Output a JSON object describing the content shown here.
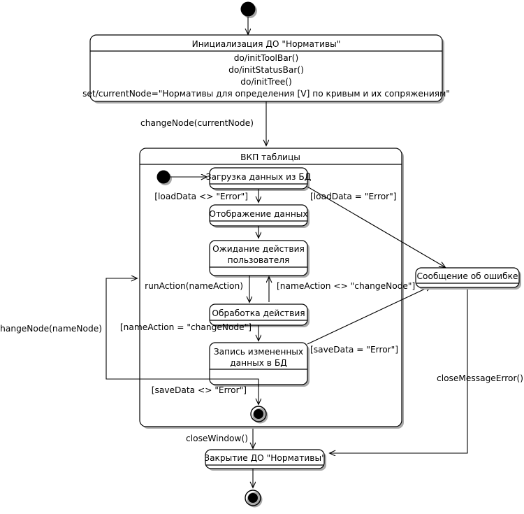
{
  "diagram": {
    "type": "uml-state-machine",
    "title": "",
    "language": "ru"
  },
  "states": {
    "init": {
      "name": "Инициализация ДО \"Нормативы\"",
      "actions": [
        "do/initToolBar()",
        "do/initStatusBar()",
        "do/initTree()",
        "set/currentNode=\"Нормативы для определения [V] по кривым и их сопряжениям\""
      ]
    },
    "composite": {
      "name": "ВКП таблицы"
    },
    "load_data": {
      "name": "Загрузка данных из БД"
    },
    "show_data": {
      "name": "Отображение данных"
    },
    "wait_user": {
      "line1": "Ожидание действия",
      "line2": "пользователя"
    },
    "process_action": {
      "name": "Обработка действия"
    },
    "save_data": {
      "line1": "Запись измененных",
      "line2": "данных в БД"
    },
    "error_message": {
      "name": "Сообщение об ошибке"
    },
    "close": {
      "name": "Закрытие ДО \"Нормативы\""
    }
  },
  "transitions": {
    "init_to_composite": "changeNode(currentNode)",
    "load_ok": "[loadData <> \"Error\"]",
    "load_error": "[loadData = \"Error\"]",
    "run_action": "runAction(nameAction)",
    "action_not_change": "[nameAction <> \"changeNode\"]",
    "action_is_change": "[nameAction = \"changeNode\"]",
    "save_error": "[saveData = \"Error\"]",
    "save_ok": "[saveData <> \"Error\"]",
    "change_node": "changeNode(nameNode)",
    "close_window": "closeWindow()",
    "close_message_error": "closeMessageError()"
  },
  "colors": {
    "stroke": "#000000",
    "fill": "#ffffff",
    "shadow": "#a8a8a8"
  }
}
